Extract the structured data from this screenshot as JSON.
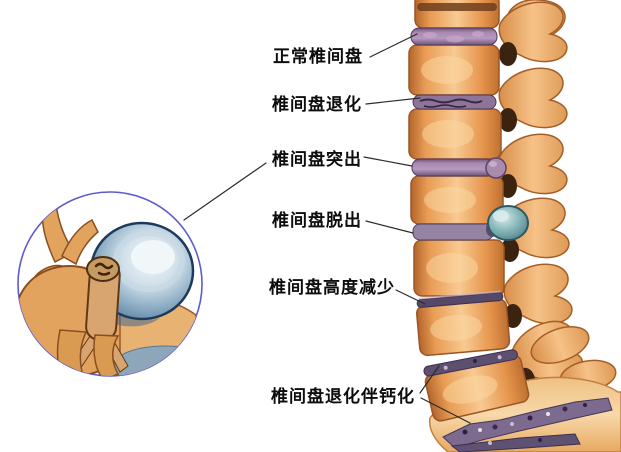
{
  "illustration": {
    "labels": [
      {
        "id": "normal-disc",
        "text": "正常椎间盘"
      },
      {
        "id": "disc-degeneration",
        "text": "椎间盘退化"
      },
      {
        "id": "disc-protrusion",
        "text": "椎间盘突出"
      },
      {
        "id": "disc-prolapse",
        "text": "椎间盘脱出"
      },
      {
        "id": "disc-height-loss",
        "text": "椎间盘高度减少"
      },
      {
        "id": "disc-degeneration-calcified",
        "text": "椎间盘退化伴钙化"
      }
    ],
    "colors": {
      "background": "#ffffff",
      "label_text": "#0d0d0d",
      "leader_line": "#2b2b2b",
      "inset_circle_border": "#5c5ccc",
      "vertebra_bone": "#f0b070",
      "disc_normal": "#a886ac",
      "disc_degenerated": "#8d7599",
      "prolapse_fragment": "#8fbdbf",
      "disc_calcified": "#7c6b8e"
    }
  }
}
